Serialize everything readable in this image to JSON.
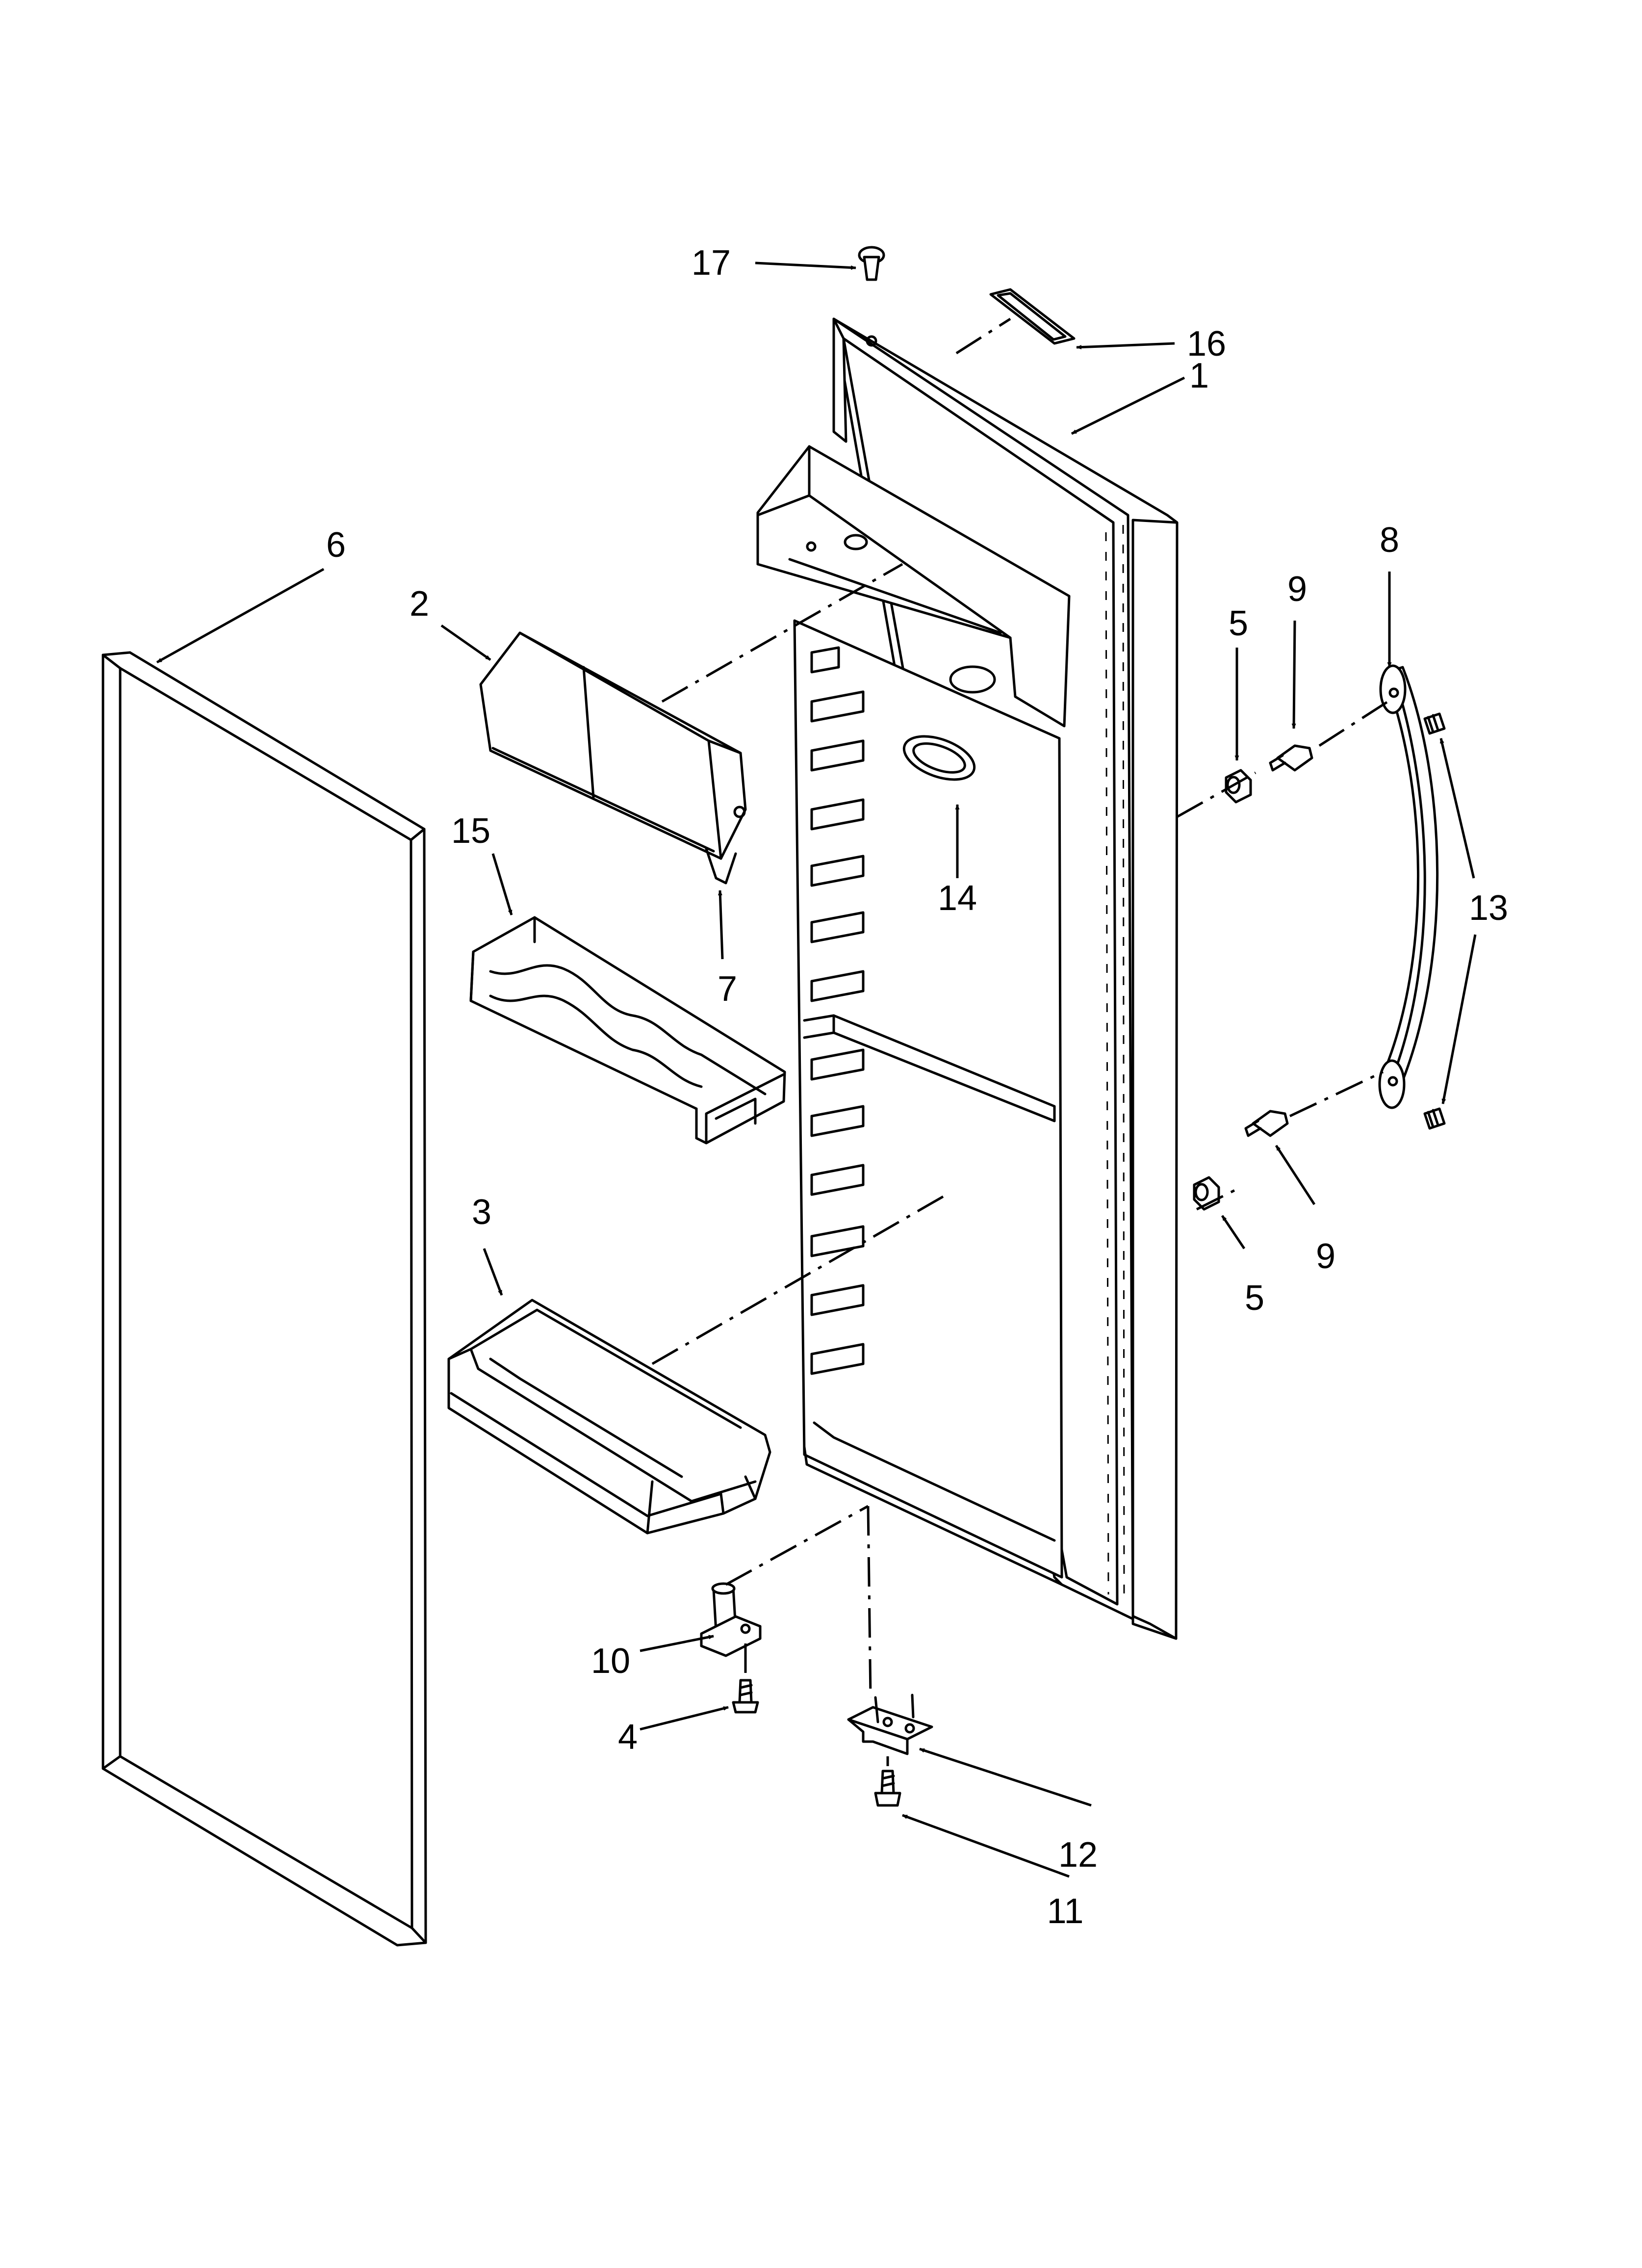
{
  "diagram": {
    "callouts": {
      "door_assembly": "1",
      "dairy_door": "2",
      "door_bin_lower": "3",
      "hinge_screw": "4",
      "spacer_top": "5",
      "spacer_bottom": "5",
      "door_gasket": "6",
      "dairy_hinge_pin": "7",
      "handle": "8",
      "handle_screw_top": "9",
      "handle_screw_bottom": "9",
      "hinge_pin": "10",
      "bracket_screw": "11",
      "hinge_bracket": "12",
      "handle_set_screw": "13",
      "oval_insert": "14",
      "egg_tray": "15",
      "door_top_label": "16",
      "door_plug": "17"
    }
  }
}
